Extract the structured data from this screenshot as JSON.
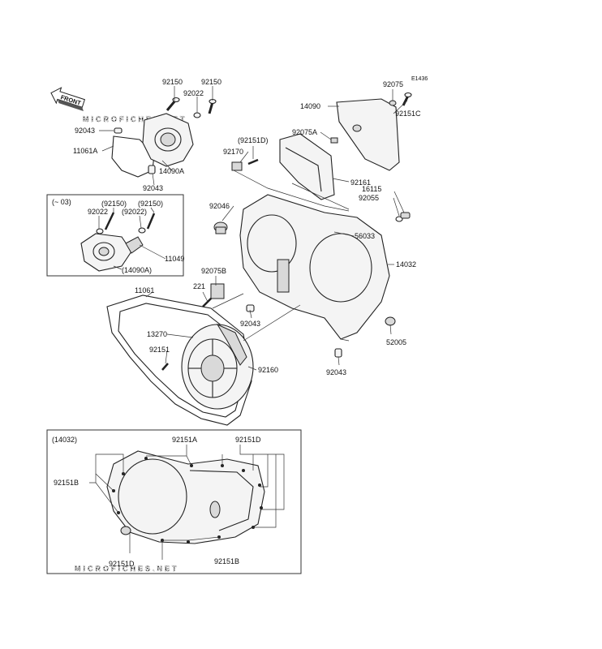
{
  "diagram_code": "E1436",
  "front_label": "FRONT",
  "watermarks": [
    "MICROFICHES.NET",
    "MICROFICHES.NET"
  ],
  "labels": {
    "p92150a": "92150",
    "p92150b": "92150",
    "p92022": "92022",
    "p92043a": "92043",
    "p11061a": "11061A",
    "p14090a": "14090A",
    "p92043b": "92043",
    "p92075": "92075",
    "p14090": "14090",
    "p92151c": "92151C",
    "p92151d_top": "(92151D)",
    "p92075a": "92075A",
    "p92170": "92170",
    "p92161": "92161",
    "p16115": "16115",
    "p92055": "92055",
    "p92046": "92046",
    "p56033": "56033",
    "p14032": "14032",
    "p92075b": "92075B",
    "p221": "221",
    "p92043c": "92043",
    "p11061": "11061",
    "p13270": "13270",
    "p92151": "92151",
    "p92160": "92160",
    "p52005": "52005",
    "p92043d": "92043",
    "inset1_title": "(~ 03)",
    "inset1_92150a": "(92150)",
    "inset1_92150b": "(92150)",
    "inset1_92022a": "92022",
    "inset1_92022b": "(92022)",
    "inset1_11049": "11049",
    "inset1_14090a": "(14090A)",
    "inset2_title": "(14032)",
    "inset2_92151a": "92151A",
    "inset2_92151d_top": "92151D",
    "inset2_92151b_left": "92151B",
    "inset2_92151d_bottom": "92151D",
    "inset2_92151b_bottom": "92151B"
  }
}
